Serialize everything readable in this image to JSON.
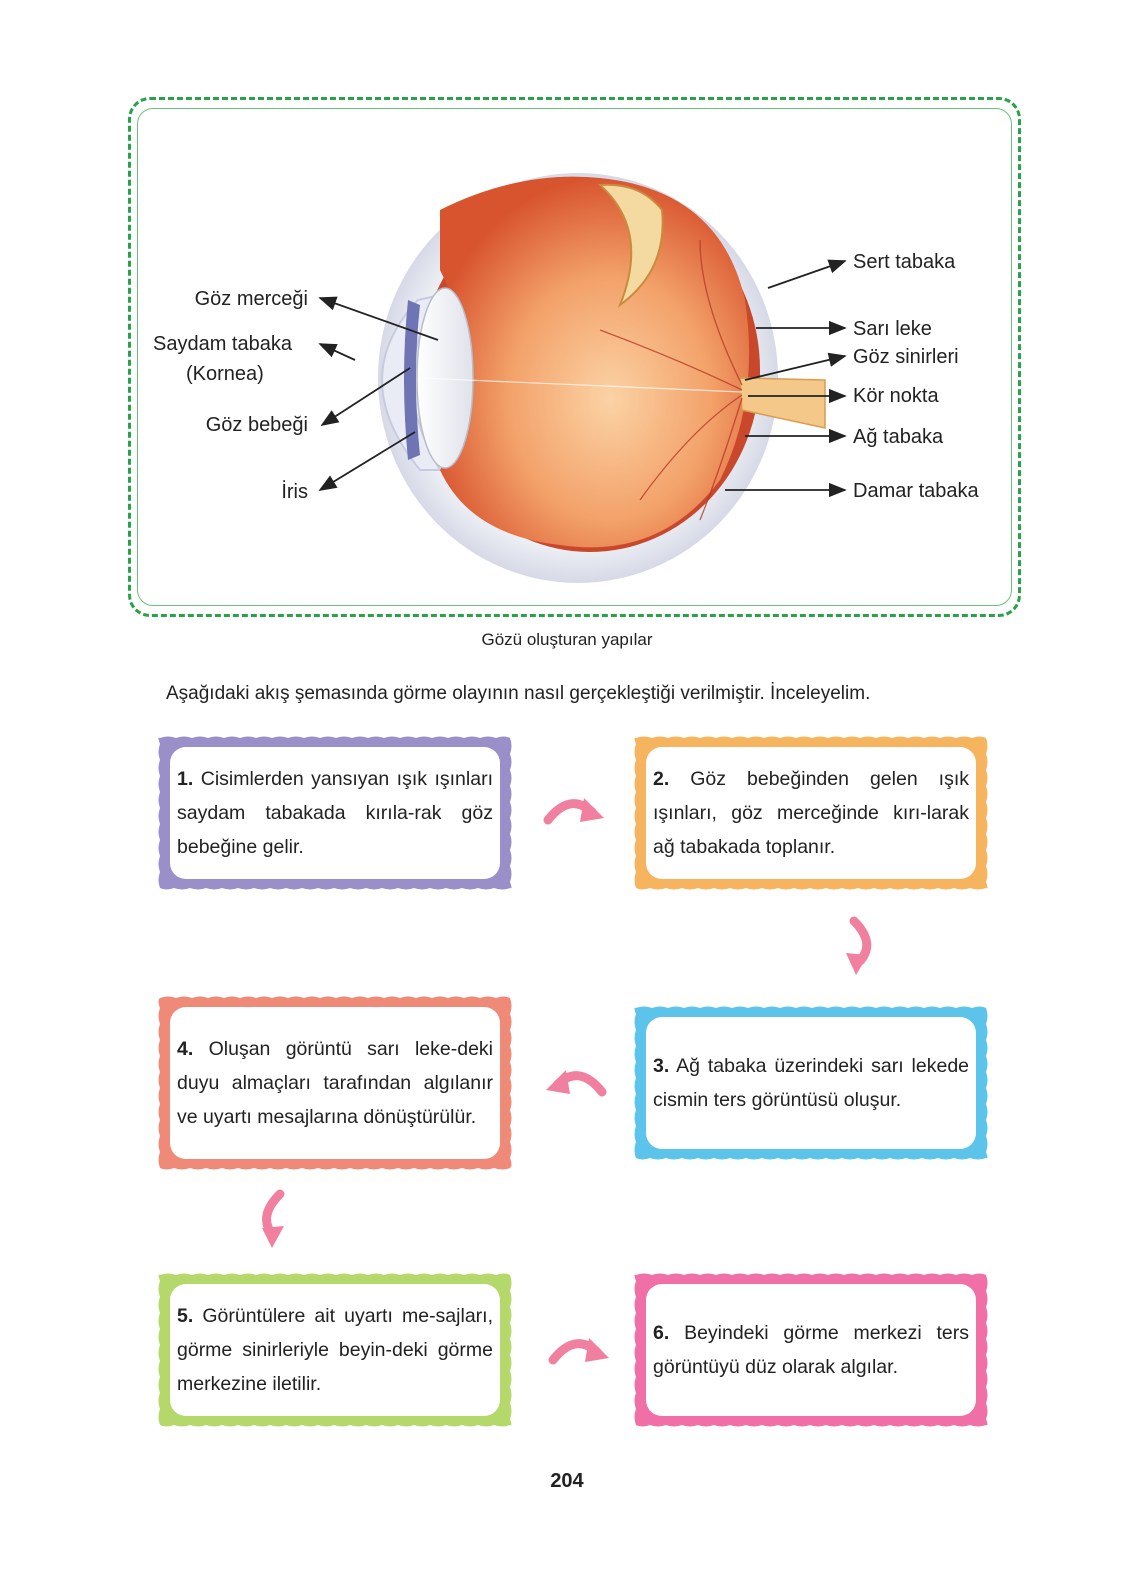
{
  "diagram": {
    "labels_left": {
      "lens": "Göz merceği",
      "cornea": "Saydam tabaka",
      "cornea_paren": "(Kornea)",
      "pupil": "Göz bebeği",
      "iris": "İris"
    },
    "labels_right": {
      "sclera": "Sert tabaka",
      "macula": "Sarı leke",
      "optic_nerves": "Göz sinirleri",
      "blind_spot": "Kör nokta",
      "retina": "Ağ tabaka",
      "choroid": "Damar tabaka"
    },
    "caption": "Gözü oluşturan yapılar",
    "colors": {
      "frame": "#2aa24a"
    }
  },
  "intro": "Aşağıdaki akış şemasında görme olayının nasıl gerçekleştiği verilmiştir. İnceleyelim.",
  "steps": [
    {
      "num": "1.",
      "text": "Cisimlerden yansıyan ışık ışınları saydam tabakada kırıla-rak göz bebeğine gelir.",
      "color": "#9b8fc9"
    },
    {
      "num": "2.",
      "text": "Göz bebeğinden gelen ışık ışınları, göz merceğinde kırı-larak ağ tabakada toplanır.",
      "color": "#f6b45e"
    },
    {
      "num": "3.",
      "text": "Ağ tabaka üzerindeki sarı lekede cismin ters görüntüsü oluşur.",
      "color": "#5cc3ea"
    },
    {
      "num": "4.",
      "text": "Oluşan görüntü  sarı leke-deki duyu almaçları tarafından algılanır ve uyartı mesajlarına dönüştürülür.",
      "color": "#f08a78"
    },
    {
      "num": "5.",
      "text": "Görüntülere ait uyartı me-sajları, görme sinirleriyle beyin-deki görme merkezine iletilir.",
      "color": "#b5d86a"
    },
    {
      "num": "6.",
      "text": "Beyindeki görme merkezi ters görüntüyü düz olarak algılar.",
      "color": "#ef6fa6"
    }
  ],
  "arrow_color": "#f17fa0",
  "page_number": "204"
}
